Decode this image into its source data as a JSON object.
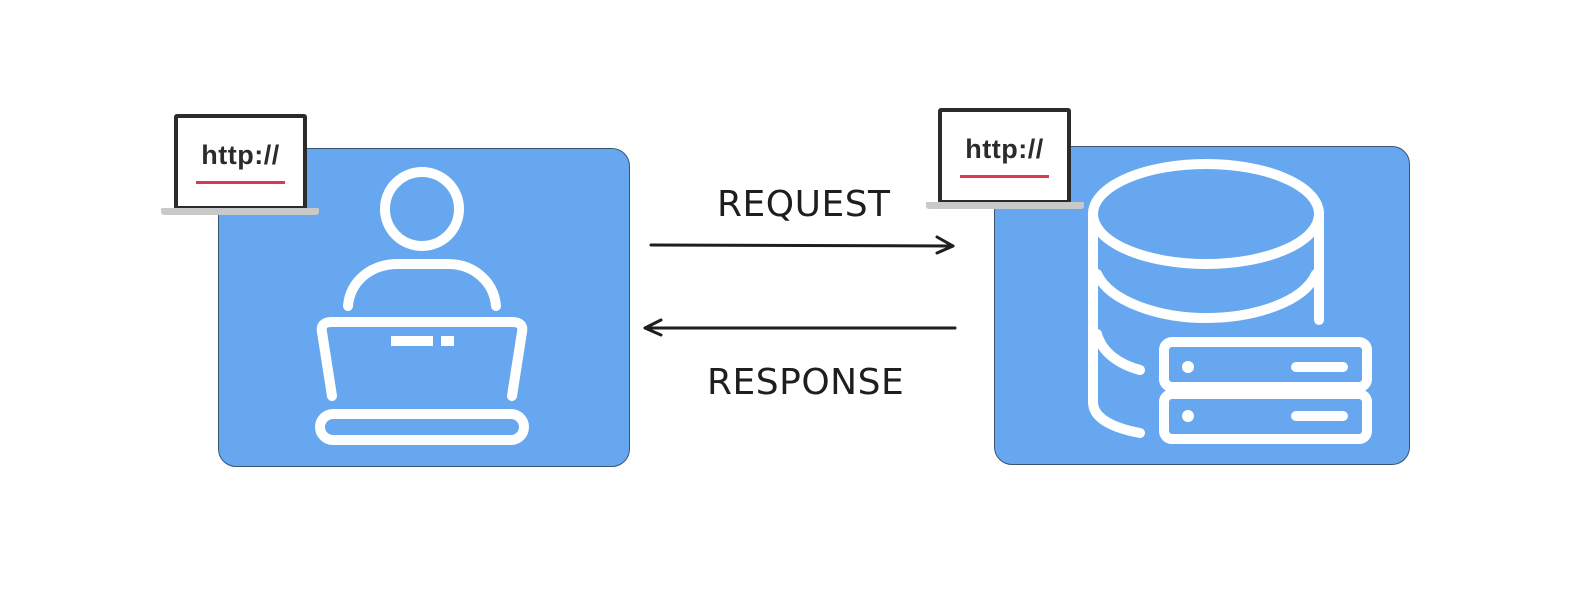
{
  "client": {
    "laptop_text": "http://"
  },
  "server": {
    "laptop_text": "http://"
  },
  "arrows": {
    "request_label": "REQUEST",
    "response_label": "RESPONSE"
  },
  "colors": {
    "panel": "#66a7ef",
    "icon_stroke": "#ffffff",
    "url_underline": "#d93a4d",
    "text": "#1e1e1e"
  }
}
